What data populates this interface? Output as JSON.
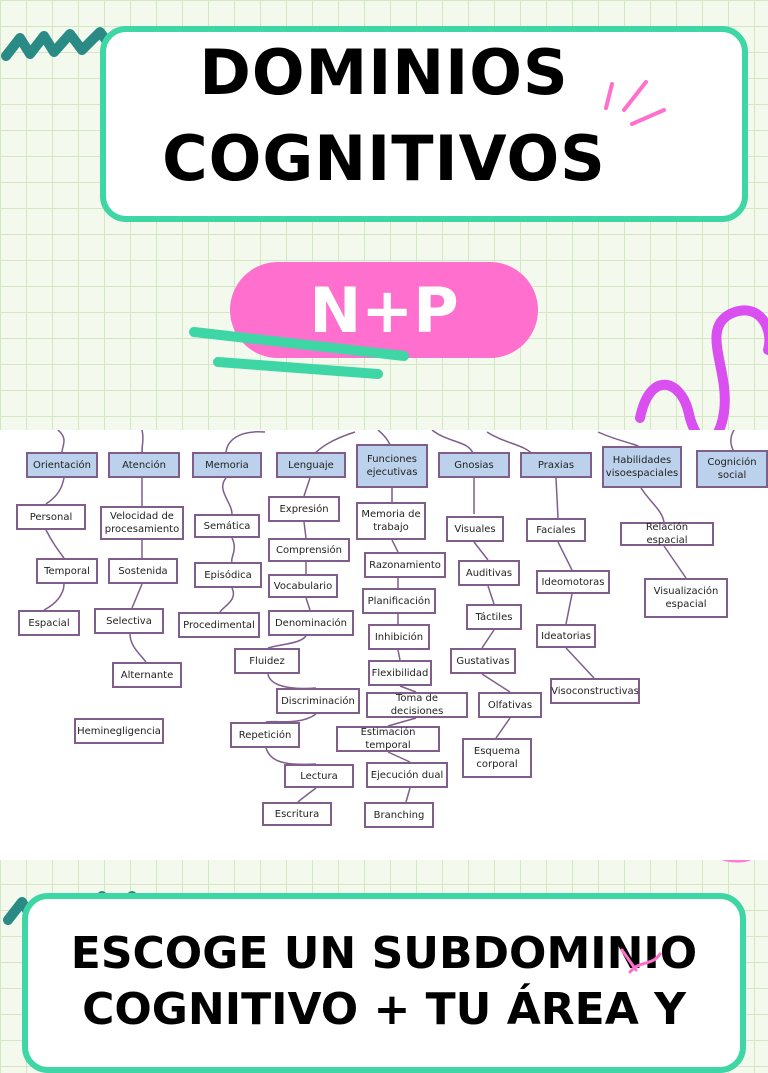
{
  "title": {
    "line1": "DOMINIOS",
    "line2": "COGNITIVOS"
  },
  "badge": {
    "label": "N+P"
  },
  "colors": {
    "teal": "#3fd6a6",
    "pink": "#ff6fce",
    "magenta": "#d94ff0",
    "dark_teal": "#2a8a86",
    "header_fill": "#bcd1ec",
    "node_border": "#7f5e8c"
  },
  "diagram": {
    "headers": [
      "Orientación",
      "Atención",
      "Memoria",
      "Lenguaje",
      "Funciones ejecutivas",
      "Gnosias",
      "Praxias",
      "Habilidades visoespaciales",
      "Cognición social"
    ],
    "nodes": {
      "personal": "Personal",
      "temporal": "Temporal",
      "espacial": "Espacial",
      "velocidad": "Velocidad de procesamiento",
      "sostenida": "Sostenida",
      "selectiva": "Selectiva",
      "alternante": "Alternante",
      "heminegligencia": "Heminegligencia",
      "sematica": "Semática",
      "episodica": "Episódica",
      "procedimental": "Procedimental",
      "expresion": "Expresión",
      "comprension": "Comprensión",
      "vocabulario": "Vocabulario",
      "denominacion": "Denominación",
      "fluidez": "Fluidez",
      "discriminacion": "Discriminación",
      "repeticion": "Repetición",
      "lectura": "Lectura",
      "escritura": "Escritura",
      "memoria_trabajo": "Memoria de trabajo",
      "razonamiento": "Razonamiento",
      "planificacion": "Planificación",
      "inhibicion": "Inhibición",
      "flexibilidad": "Flexibilidad",
      "toma_decisiones": "Toma de decisiones",
      "estimacion_temporal": "Estimación temporal",
      "ejecucion_dual": "Ejecución dual",
      "branching": "Branching",
      "visuales": "Visuales",
      "auditivas": "Auditivas",
      "tactiles": "Táctiles",
      "gustativas": "Gustativas",
      "olfativas": "Olfativas",
      "esquema_corporal": "Esquema corporal",
      "faciales": "Faciales",
      "ideomotoras": "Ideomotoras",
      "ideatorias": "Ideatorias",
      "visoconstructivas": "Visoconstructivas",
      "relacion_espacial": "Relación espacial",
      "visualizacion_espacial": "Visualización espacial"
    }
  },
  "bottom": {
    "line1": "ESCOGE UN SUBDOMINIO",
    "line2": "COGNITIVO + TU ÁREA Y"
  }
}
